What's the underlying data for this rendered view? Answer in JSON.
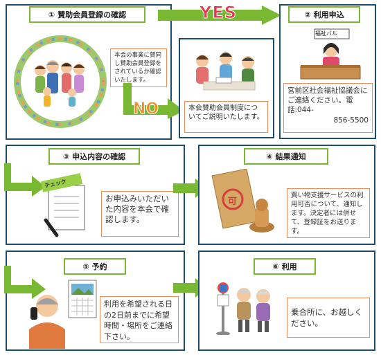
{
  "step1": {
    "title": "① 賛助会員登録の確認",
    "note": "本会の事業に賛同し賛助会員登録をされているか確認いたします。"
  },
  "yes_label": "YES",
  "no_label": "NO",
  "no_note": "本会賛助会員制度についてご説明いたします。",
  "step2": {
    "title": "② 利用申込",
    "sign": "福祉バル",
    "note": "宮前区社会福祉協議会にご連絡ください。電話:044-",
    "phone": "856-5500"
  },
  "step3": {
    "title": "③ 申込内容の確認",
    "check_label": "チェック",
    "note": "お申込みいただいた内容を本会で確認します。"
  },
  "step4": {
    "title": "④ 結果通知",
    "stamp_label": "可",
    "note": "買い物支援サービスの利用可否について、通知します。決定者には併せて、登録証をお送ります。"
  },
  "step5": {
    "title": "⑤ 予約",
    "note": "利用を希望される日の2日前までに希望時間・場所をご連絡下さい。"
  },
  "step6": {
    "title": "⑥ 利用",
    "note": "乗合所に、お越しください。"
  },
  "colors": {
    "panel_border": "#1d4d6e",
    "title_border": "#78b833",
    "arrow_green": "#78b833",
    "note_border": "#f08b5a"
  }
}
